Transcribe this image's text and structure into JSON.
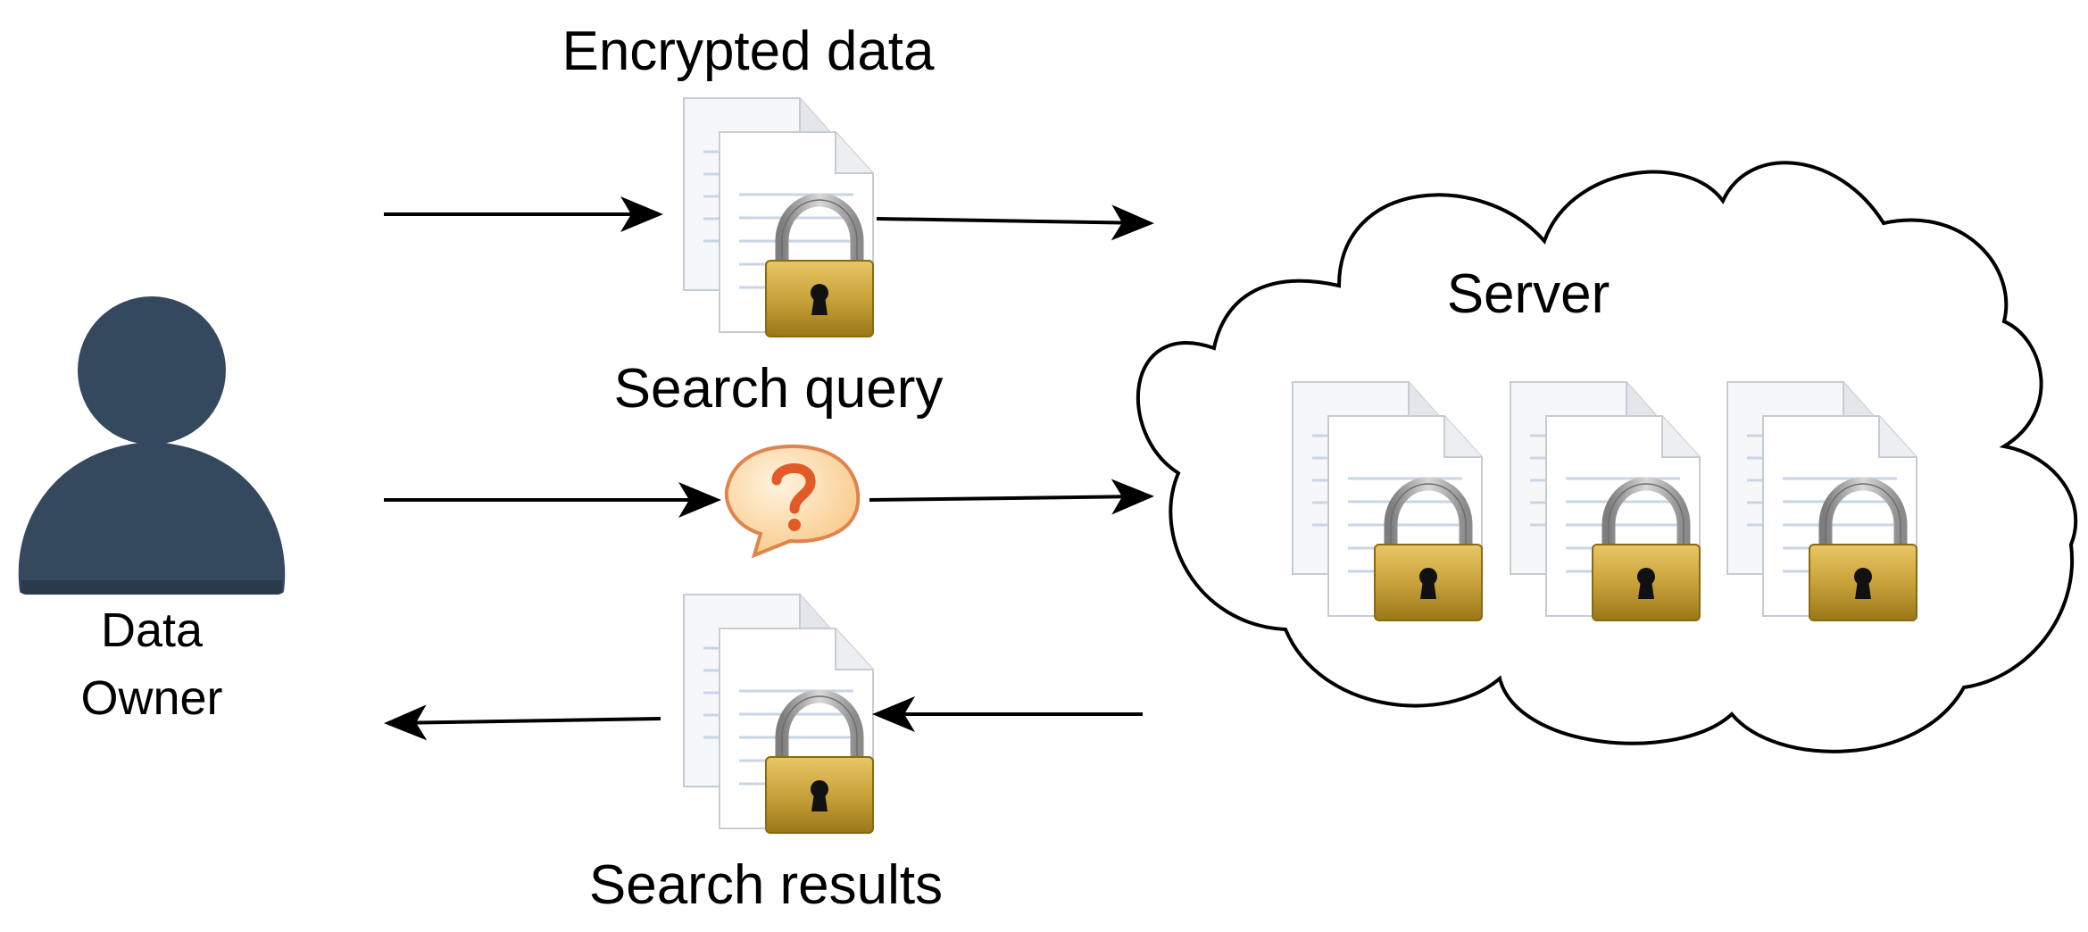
{
  "labels": {
    "encrypted_data": "Encrypted data",
    "search_query": "Search query",
    "search_results": "Search results",
    "server": "Server",
    "owner_line1": "Data",
    "owner_line2": "Owner"
  },
  "icons": {
    "user": "person-silhouette-icon",
    "document": "encrypted-document-icon",
    "query": "question-speech-bubble-icon",
    "server": "cloud-icon"
  },
  "colors": {
    "person": "#34495e",
    "lock_gold": "#c9a23a",
    "bubble": "#fcd9a6",
    "question_mark": "#e25a28",
    "arrow": "#000000"
  }
}
